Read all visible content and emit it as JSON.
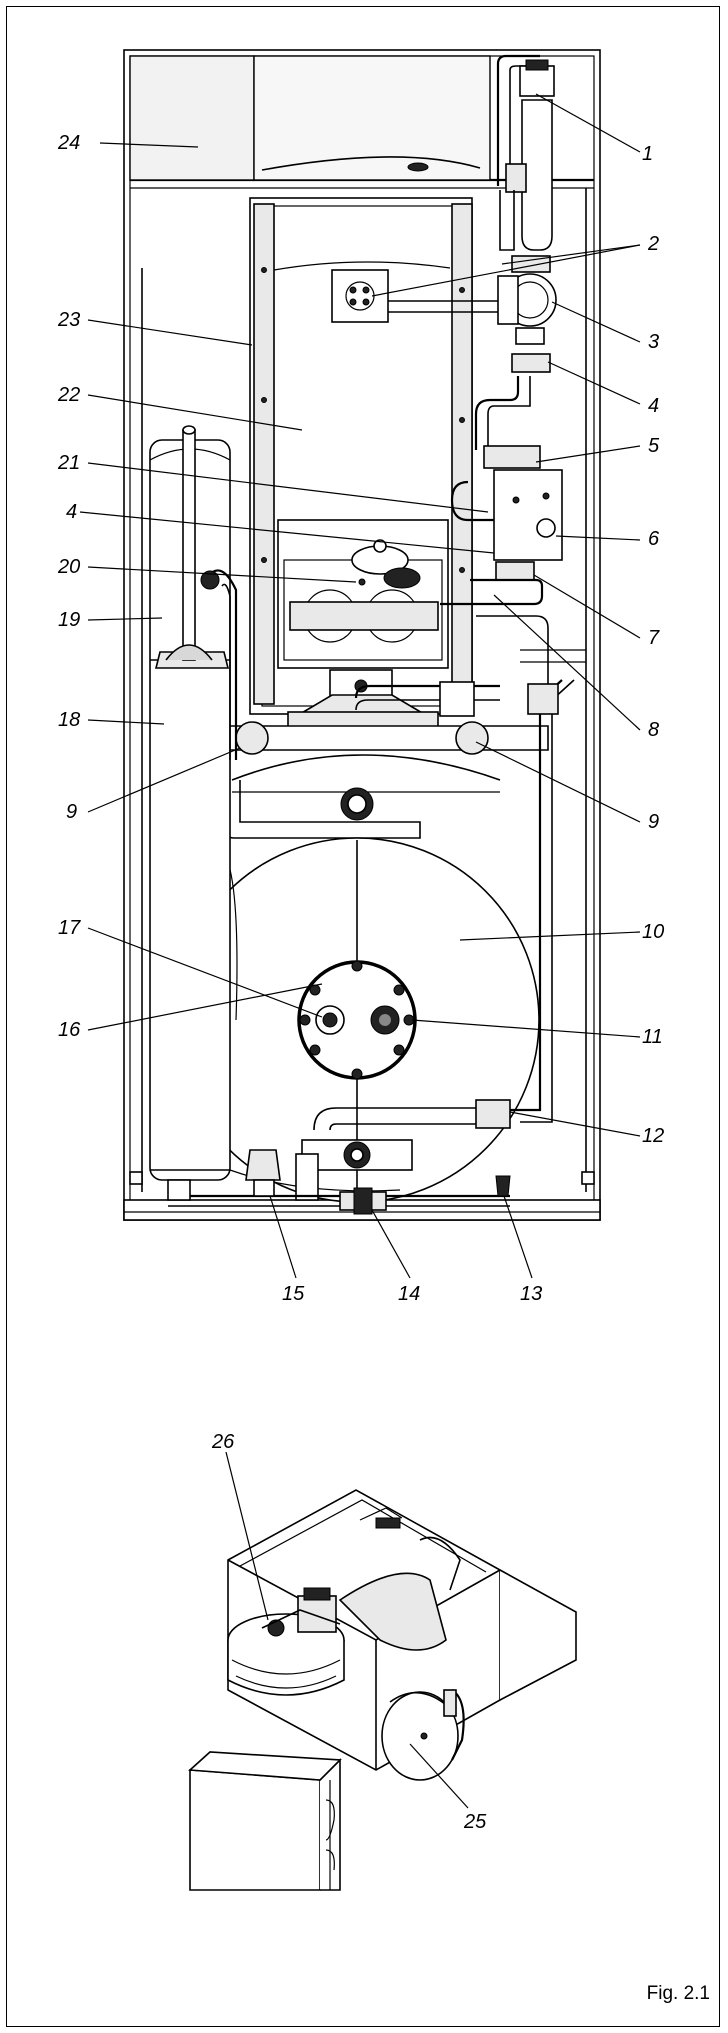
{
  "figure": {
    "caption": "Fig. 2.1",
    "callouts_front": [
      "1",
      "2",
      "3",
      "4",
      "5",
      "6",
      "7",
      "8",
      "9",
      "10",
      "11",
      "12",
      "13",
      "14",
      "15",
      "16",
      "17",
      "18",
      "19",
      "20",
      "21",
      "22",
      "23",
      "24",
      "4",
      "9"
    ],
    "callouts_top": [
      "25",
      "26"
    ]
  }
}
